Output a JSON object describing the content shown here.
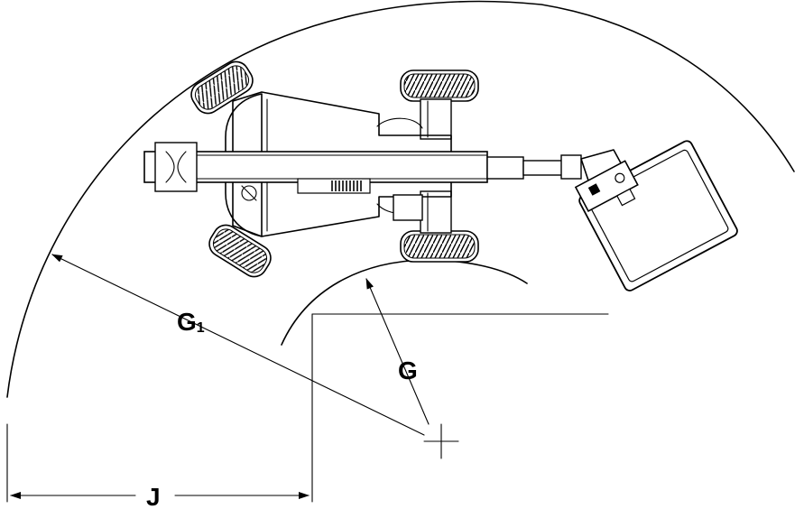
{
  "labels": {
    "outer_radius": "G",
    "outer_radius_sub": "1",
    "inner_radius": "G",
    "width": "J"
  },
  "colors": {
    "stroke": "#000000",
    "background": "#ffffff"
  }
}
